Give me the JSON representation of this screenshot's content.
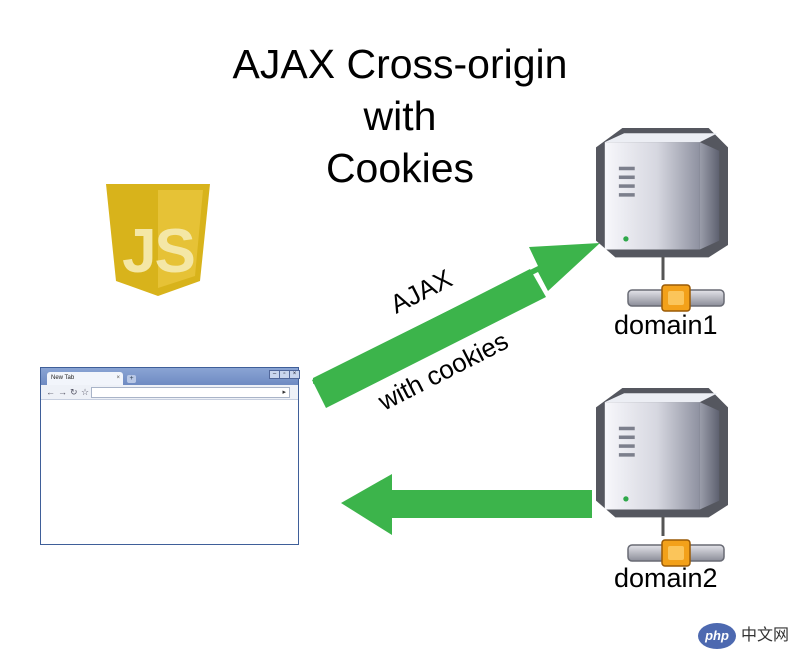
{
  "title": {
    "line1": "AJAX Cross-origin",
    "line2": "with",
    "line3": "Cookies"
  },
  "js_logo": {
    "letters": "JS",
    "shield_color": "#d8b31b",
    "text_color": "#f4e7a6"
  },
  "browser": {
    "tab_label": "New Tab",
    "tab_close": "×",
    "new_tab": "+",
    "nav_icons": [
      "back-icon",
      "forward-icon",
      "reload-icon",
      "star-icon"
    ],
    "go": "▸"
  },
  "request_arrow": {
    "label_top": "AJAX",
    "label_bottom": "with cookies",
    "color": "#3cb44b"
  },
  "response_arrow": {
    "color": "#3cb44b"
  },
  "servers": [
    {
      "label": "domain1",
      "connector_color": "#f3a11a"
    },
    {
      "label": "domain2",
      "connector_color": "#f3a11a"
    }
  ],
  "watermark": {
    "badge": "php",
    "text": "中文网"
  }
}
